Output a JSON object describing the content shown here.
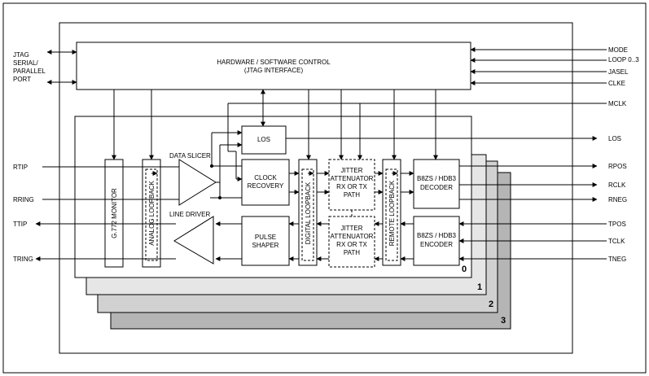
{
  "control": {
    "line1": "HARDWARE / SOFTWARE CONTROL",
    "line2": "(JTAG INTERFACE)"
  },
  "left_pins": {
    "jtag": [
      "JTAG",
      "SERIAL/",
      "PARALLEL",
      "PORT"
    ],
    "rtip": "RTIP",
    "rring": "RRING",
    "ttip": "TTIP",
    "tring": "TRING"
  },
  "right_pins": {
    "mode": "MODE",
    "loop": "LOOP 0..3",
    "jasel": "JASEL",
    "clke": "CLKE",
    "mclk": "MCLK",
    "los": "LOS",
    "rpos": "RPOS",
    "rclk": "RCLK",
    "rneg": "RNEG",
    "tpos": "TPOS",
    "tclk": "TCLK",
    "tneg": "TNEG"
  },
  "blocks": {
    "g772": "G.772 MONITOR",
    "analog_loopback": "ANALOG LOOPBACK",
    "data_slicer": "DATA SLICER",
    "line_driver": "LINE DRIVER",
    "los": "LOS",
    "clock_recovery": [
      "CLOCK",
      "RECOVERY"
    ],
    "pulse_shaper": [
      "PULSE",
      "SHAPER"
    ],
    "digital_loopback": "DIGITAL LOOPBACK",
    "jitter_rx": [
      "JITTER",
      "ATTENUATOR",
      "RX OR TX",
      "PATH"
    ],
    "jitter_tx": [
      "JITTER",
      "ATTENUATOR",
      "RX OR TX",
      "PATH"
    ],
    "remote_loopback": "REMOTE LOOPBACK",
    "decoder": [
      "B8ZS / HDB3",
      "DECODER"
    ],
    "encoder": [
      "B8ZS / HDB3",
      "ENCODER"
    ]
  },
  "channels": [
    "0",
    "1",
    "2",
    "3"
  ]
}
